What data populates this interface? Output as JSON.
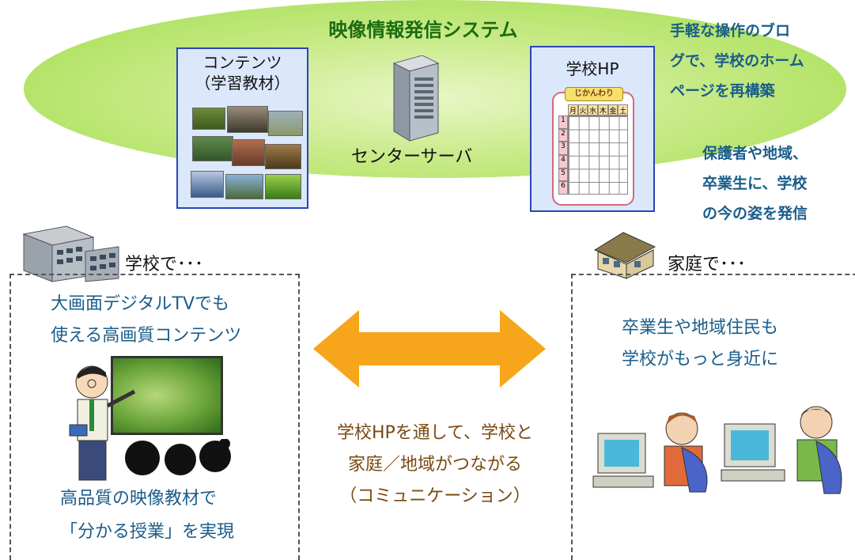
{
  "top": {
    "title": "映像情報発信システム",
    "server_label": "センターサーバ",
    "notes": {
      "blog": [
        "手軽な操作のブロ",
        "グで、学校のホーム",
        "ページを再構築"
      ],
      "community": [
        "保護者や地域、",
        "卒業生に、学校",
        "の今の姿を発信"
      ]
    }
  },
  "contents_panel": {
    "title_line1": "コンテンツ",
    "title_line2": "（学習教材）"
  },
  "school_hp_panel": {
    "title": "学校HP",
    "timetable": {
      "header": "じかんわり",
      "days": [
        "月",
        "火",
        "水",
        "木",
        "金",
        "土"
      ],
      "periods": [
        "1",
        "2",
        "3",
        "4",
        "5",
        "6"
      ]
    }
  },
  "school": {
    "label": "学校で･･･",
    "line1": "大画面デジタルTVでも",
    "line2": "使える高画質コンテンツ",
    "bottom1": "高品質の映像教材で",
    "bottom2": "「分かる授業」を実現"
  },
  "home": {
    "label": "家庭で･･･",
    "line1": "卒業生や地域住民も",
    "line2": "学校がもっと身近に"
  },
  "center": {
    "line1": "学校HPを通して、学校と",
    "line2": "家庭／地域がつながる",
    "line3": "（コミュニケーション）"
  },
  "colors": {
    "ellipse": "#9fdc4a",
    "panel_border": "#2a45b8",
    "panel_fill": "#dbe8fb",
    "arrow": "#f7a51b",
    "note_text": "#1a5d8a",
    "center_text": "#7a4a12",
    "title_text": "#1d6b12"
  }
}
